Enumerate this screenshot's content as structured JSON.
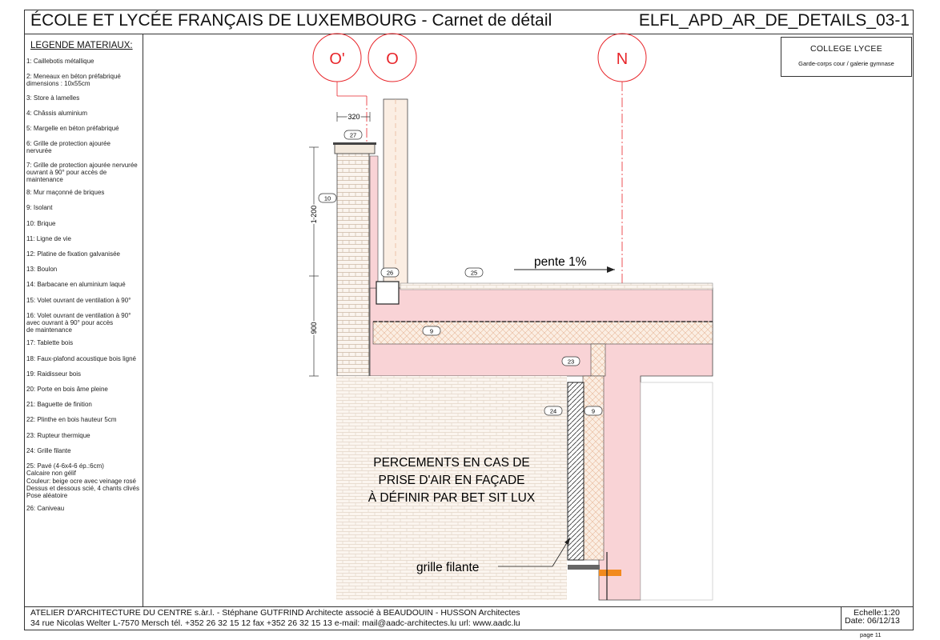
{
  "header": {
    "title": "ÉCOLE ET LYCÉE FRANÇAIS DE LUXEMBOURG - Carnet de détail",
    "code": "ELFL_APD_AR_DE_DETAILS_03-1"
  },
  "stamp": {
    "line1": "COLLEGE LYCEE",
    "line2": "Garde-corps cour / galerie gymnase"
  },
  "legend": {
    "title": "LEGENDE MATERIAUX:",
    "items": [
      "1:  Caillebotis métallique",
      "2:  Meneaux en béton préfabriqué\n      dimensions : 10x55cm",
      "3:  Store à lamelles",
      "4:  Châssis aluminium",
      "5:  Margelle en béton préfabriqué",
      "6:  Grille de protection ajourée\n      nervurée",
      "7:  Grille de protection ajourée nervurée\n      ouvrant à 90° pour accès de\n      maintenance",
      "8:  Mur maçonné de briques",
      "9:  Isolant",
      "10:  Brique",
      "11:  Ligne de vie",
      "12:  Platine de fixation galvanisée",
      "13:  Boulon",
      "14:  Barbacane en aluminium laqué",
      "15:  Volet ouvrant de ventilation à 90°",
      "16:  Volet ouvrant de ventilation à 90°\n      avec ouvrant à 90° pour accès\n      de maintenance",
      "17:  Tablette bois",
      "18:  Faux-plafond acoustique bois ligné",
      "19:  Raidisseur bois",
      "20:  Porte en bois âme pleine",
      "21:  Baguette de finition",
      "22:  Plinthe en bois hauteur 5cm",
      "23:  Rupteur thermique",
      "24:  Grille filante",
      "25:  Pavé (4-6x4-6 ép.:6cm)\nCalcaire non gélif\nCouleur: beige ocre avec veinage rosé\nDessus et dessous scié, 4 chants clivés\nPose aléatoire",
      "26:  Caniveau"
    ]
  },
  "drawing": {
    "axes": [
      "O'",
      "O",
      "N"
    ],
    "dimensions": {
      "top": "320",
      "upper": "1 200",
      "lower": "900"
    },
    "tags": {
      "t27": "27",
      "t10": "10",
      "t26": "26",
      "t25": "25",
      "t9a": "9",
      "t23": "23",
      "t24": "24",
      "t9b": "9"
    },
    "slope": "pente 1%",
    "note_lines": [
      "PERCEMENTS EN CAS DE",
      "PRISE D'AIR EN FAÇADE",
      "À DÉFINIR PAR BET SIT LUX"
    ],
    "grille_label": "grille filante"
  },
  "colors": {
    "concrete": "#f9d3d6",
    "insulation": "#fbeee3",
    "brick": "#fbf5ef",
    "axis": "#e8252a",
    "orange": "#f28a1e"
  },
  "footer": {
    "line1": "ATELIER D'ARCHITECTURE DU CENTRE s.àr.l. - Stéphane GUTFRIND Architecte associé à BEAUDOUIN - HUSSON Architectes",
    "line2": "34 rue Nicolas Welter   L-7570 Mersch   tél. +352 26 32 15 12   fax +352 26 32 15 13   e-mail: mail@aadc-architectes.lu   url: www.aadc.lu",
    "echelle": "Echelle:1:20",
    "date": "Date: 06/12/13",
    "page": "page 11"
  }
}
